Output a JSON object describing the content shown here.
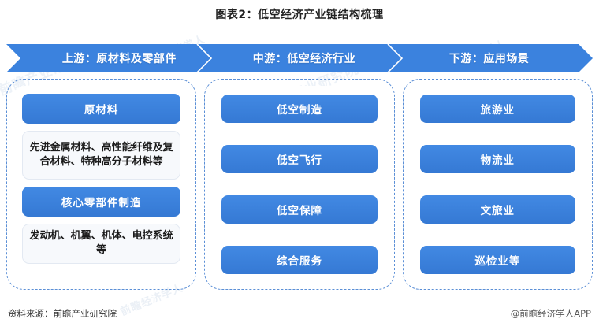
{
  "title": "图表2：低空经济产业链结构梳理",
  "colors": {
    "accent": "#3b82de",
    "accent_dark": "#3579d4",
    "dashed_border": "#5b8fd6",
    "subbox_bg": "#f7f9fc",
    "text_dark": "#1b1b1b",
    "pill_text": "#ffffff",
    "page_bg": "#ffffff"
  },
  "stages": [
    {
      "label": "上游：原材料及零部件"
    },
    {
      "label": "中游：低空经济行业"
    },
    {
      "label": "下游：应用场景"
    }
  ],
  "columns": [
    {
      "key": "upstream",
      "blocks": [
        {
          "type": "pill",
          "label": "原材料"
        },
        {
          "type": "subbox",
          "label": "先进金属材料、高性能纤维及复合材料、特种高分子材料等"
        },
        {
          "type": "pill",
          "label": "核心零部件制造"
        },
        {
          "type": "subbox",
          "label": "发动机、机翼、机体、电控系统等"
        }
      ]
    },
    {
      "key": "midstream",
      "blocks": [
        {
          "type": "pill",
          "label": "低空制造"
        },
        {
          "type": "pill",
          "label": "低空飞行"
        },
        {
          "type": "pill",
          "label": "低空保障"
        },
        {
          "type": "pill",
          "label": "综合服务"
        }
      ]
    },
    {
      "key": "downstream",
      "blocks": [
        {
          "type": "pill",
          "label": "旅游业"
        },
        {
          "type": "pill",
          "label": "物流业"
        },
        {
          "type": "pill",
          "label": "文旅业"
        },
        {
          "type": "pill",
          "label": "巡检业等"
        }
      ]
    }
  ],
  "footer": {
    "source": "资料来源：前瞻产业研究院",
    "app": "@前瞻经济学人APP"
  },
  "watermarks": [
    "前瞻产业研究院",
    "前瞻经济学人",
    "前瞻产业研究院",
    "前瞻经济学人",
    "前瞻产业研究院",
    "前瞻经济学人",
    "前瞻产业研究院",
    "前瞻经济学人"
  ]
}
